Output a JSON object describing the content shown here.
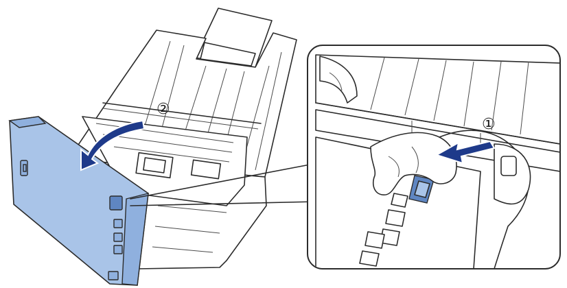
{
  "diagram": {
    "steps": [
      {
        "label": "②"
      },
      {
        "label": "①"
      }
    ],
    "colors": {
      "cover_blue": "#a9c4e8",
      "lever_blue": "#5f86c2",
      "arrow_blue": "#1e3a8a",
      "outline": "#2b2b2b"
    },
    "icons": [
      "scanner-illustration",
      "hand-illustration",
      "curved-arrow-icon",
      "straight-arrow-icon"
    ]
  }
}
